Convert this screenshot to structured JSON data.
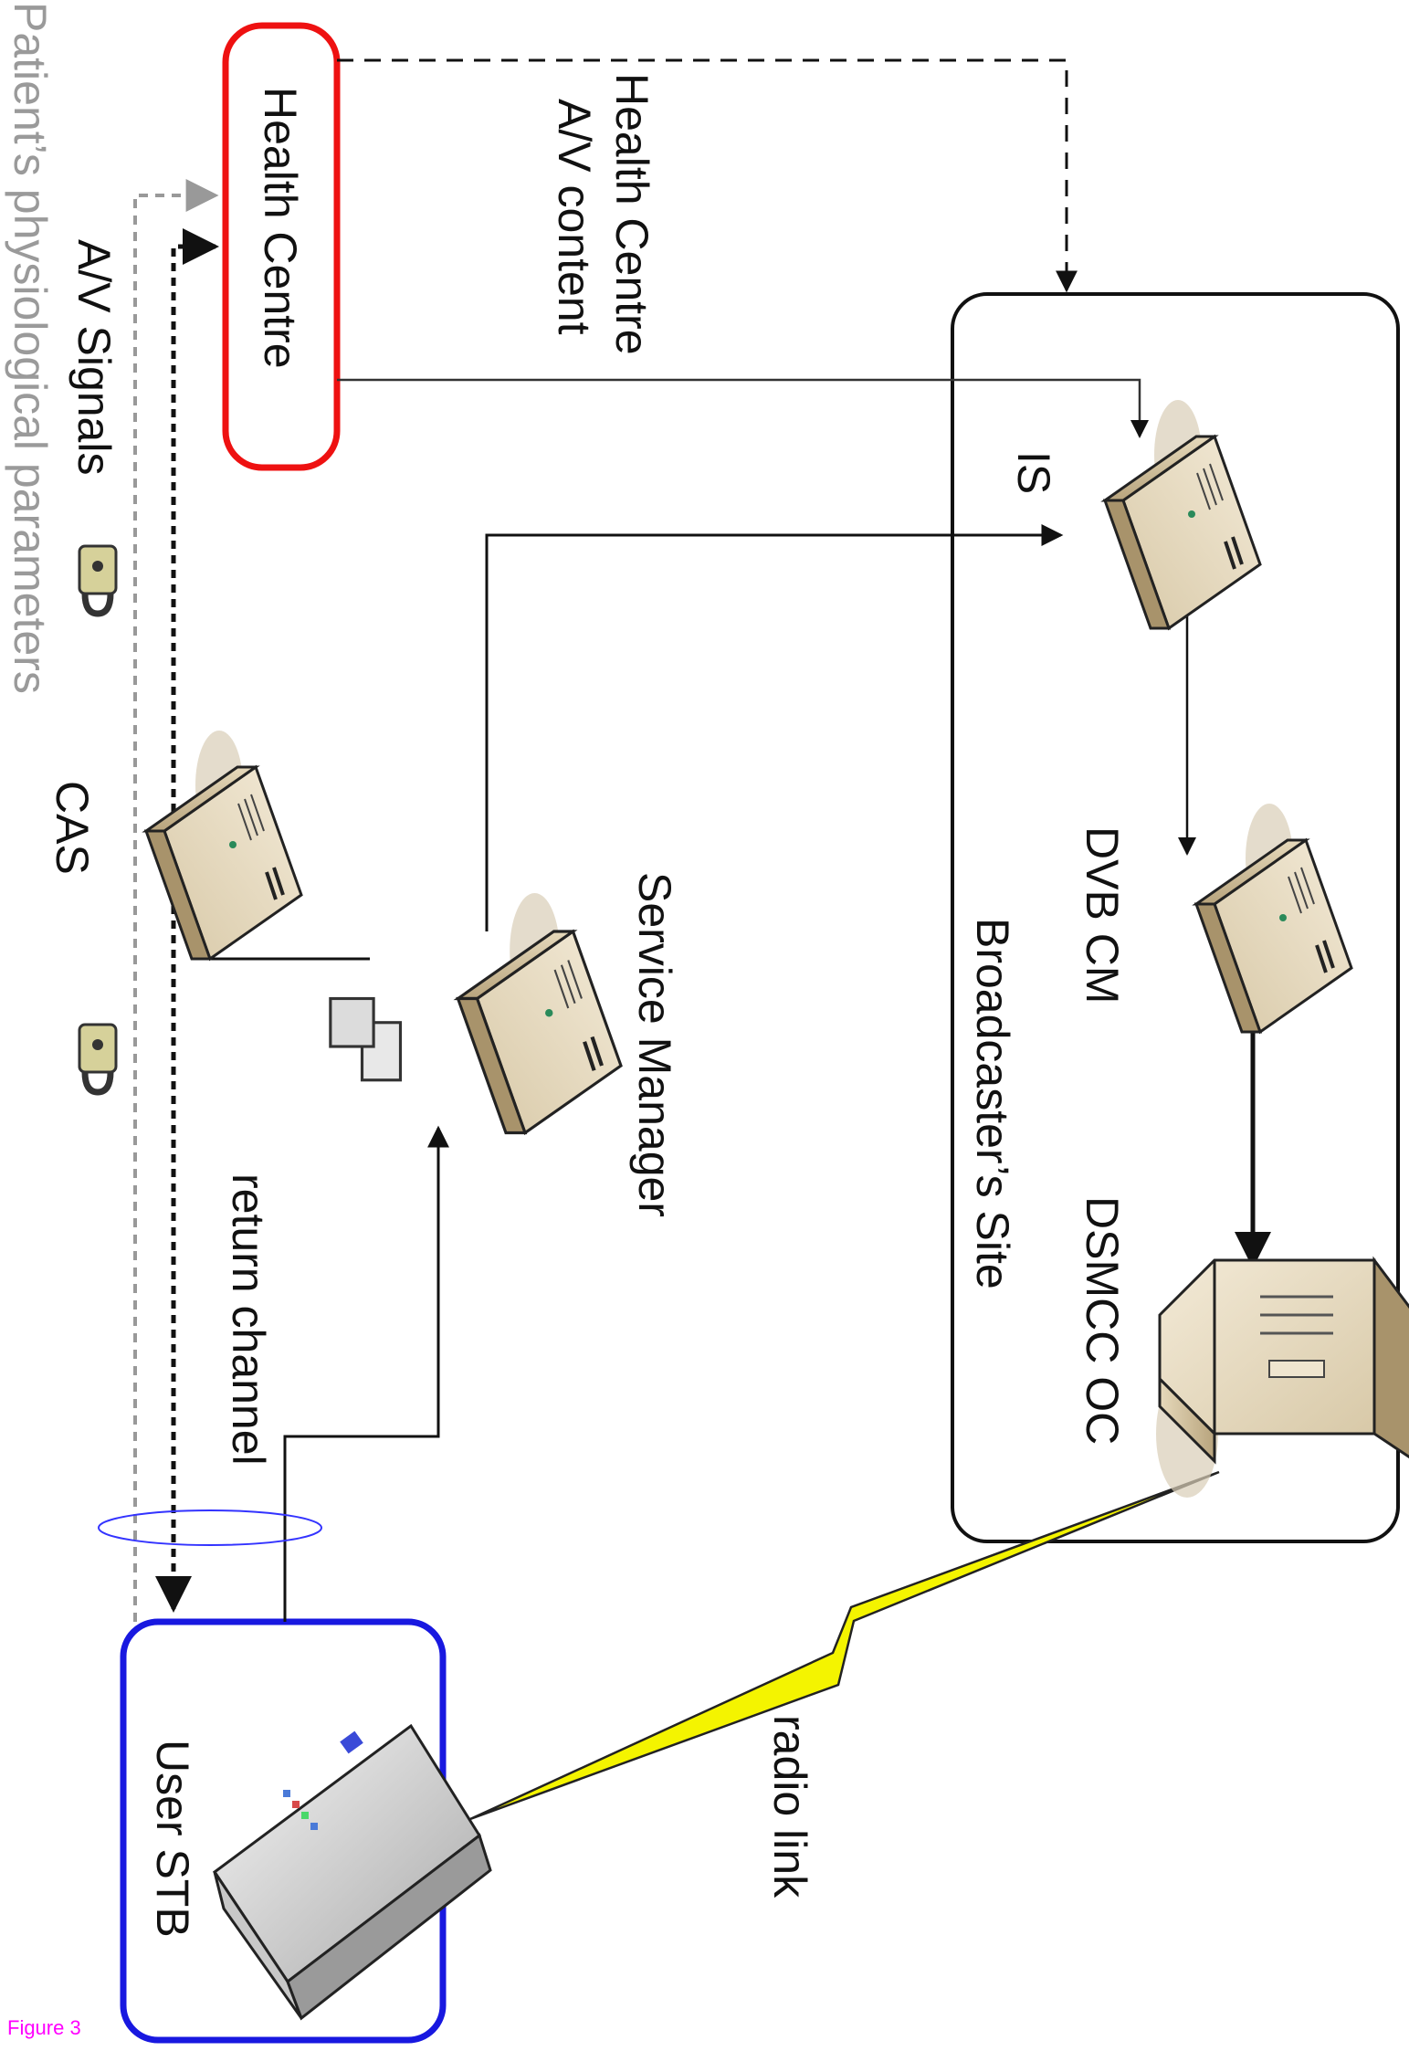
{
  "diagram": {
    "nodes": {
      "health_centre": "Health Centre",
      "is_server": "IS",
      "dvb_cm": "DVB CM",
      "dsmcc_oc": "DSMCC OC",
      "broadcaster_site": "Broadcaster’s Site",
      "service_manager": "Service Manager",
      "cas": "CAS",
      "user_stb": "User STB"
    },
    "edge_labels": {
      "health_centre_av_line1": "Health Centre",
      "health_centre_av_line2": "A/V content",
      "av_signals": "A/V Signals",
      "physiological": "Patient’s physiological parameters",
      "return_channel": "return channel",
      "radio_link": "radio link"
    },
    "figure_label": "Figure 3",
    "colors": {
      "health_centre_border": "#ee1111",
      "user_stb_border": "#1818e0",
      "lightning": "#f4f400",
      "physiological_text": "#9a9a9a",
      "figure_label": "#ff00ff",
      "ellipse": "#3333ff"
    }
  }
}
